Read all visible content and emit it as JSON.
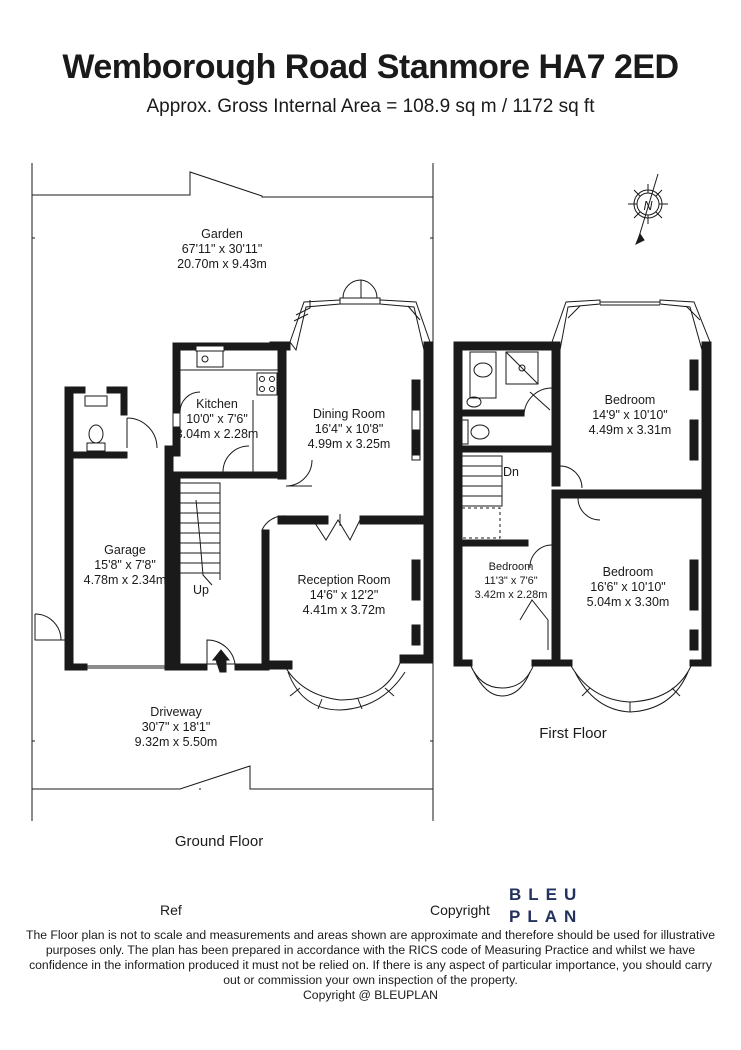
{
  "header": {
    "title": "Wemborough Road Stanmore HA7 2ED",
    "subtitle": "Approx. Gross Internal Area = 108.9 sq m / 1172 sq ft"
  },
  "compass": {
    "label": "N"
  },
  "ground_floor": {
    "label": "Ground Floor",
    "stair_label": "Up",
    "rooms": [
      {
        "name": "Garden",
        "imperial": "67'11\" x 30'11\"",
        "metric": "20.70m x 9.43m"
      },
      {
        "name": "Kitchen",
        "imperial": "10'0\" x 7'6\"",
        "metric": "3.04m x 2.28m"
      },
      {
        "name": "Dining Room",
        "imperial": "16'4\" x 10'8\"",
        "metric": "4.99m x 3.25m"
      },
      {
        "name": "Garage",
        "imperial": "15'8\" x 7'8\"",
        "metric": "4.78m x 2.34m"
      },
      {
        "name": "Reception Room",
        "imperial": "14'6\" x 12'2\"",
        "metric": "4.41m x 3.72m"
      },
      {
        "name": "Driveway",
        "imperial": "30'7\" x 18'1\"",
        "metric": "9.32m x 5.50m"
      }
    ]
  },
  "first_floor": {
    "label": "First Floor",
    "stair_label": "Dn",
    "rooms": [
      {
        "name": "Bedroom",
        "imperial": "14'9\" x 10'10\"",
        "metric": "4.49m x 3.31m"
      },
      {
        "name": "Bedroom",
        "imperial": "11'3\" x 7'6\"",
        "metric": "3.42m x 2.28m"
      },
      {
        "name": "Bedroom",
        "imperial": "16'6\" x 10'10\"",
        "metric": "5.04m x 3.30m"
      }
    ]
  },
  "footer": {
    "ref_label": "Ref",
    "copyright_label": "Copyright",
    "brand_line1": "BLEU",
    "brand_line2": "PLAN",
    "brand_color": "#23315f",
    "disclaimer": "The Floor plan is not to scale and measurements and areas shown are approximate and therefore should be used for illustrative purposes only. The plan has been prepared in accordance with the RICS code of Measuring Practice and whilst we have confidence in the information produced it must not be relied on. If there is any aspect of particular importance, you should carry out or commission your own inspection of the property.",
    "copyright_line": "Copyright @ BLEUPLAN"
  }
}
